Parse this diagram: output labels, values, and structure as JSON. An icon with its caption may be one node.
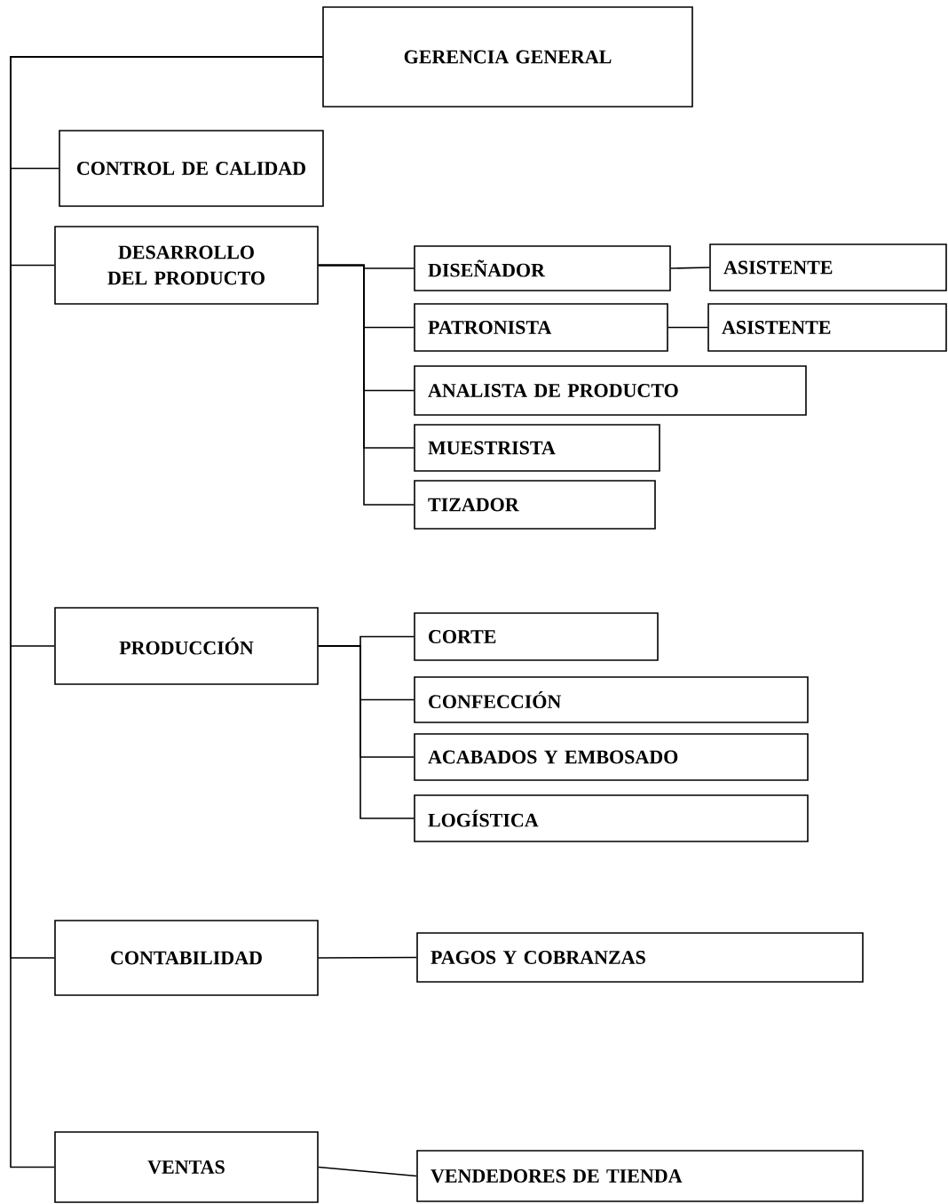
{
  "diagram": {
    "nodes": [
      {
        "text": [
          "GERENCIA GENERAL"
        ]
      },
      {
        "text": [
          "CONTROL DE CALIDAD"
        ]
      },
      {
        "text": [
          "DESARROLLO DEL PRODUCTO"
        ]
      },
      {
        "text": [
          "DISEÑADOR"
        ]
      },
      {
        "text": [
          "ASISTENTE"
        ]
      },
      {
        "text": [
          "PATRONISTA"
        ]
      },
      {
        "text": [
          "ASISTENTE"
        ]
      },
      {
        "text": [
          "ANALISTA DE PRODUCTO"
        ]
      },
      {
        "text": [
          "MUESTRISTA"
        ]
      },
      {
        "text": [
          "TIZADOR"
        ]
      },
      {
        "text": [
          "PRODUCCIÓN"
        ]
      },
      {
        "text": [
          "CORTE"
        ]
      },
      {
        "text": [
          "CONFECCIÓN"
        ]
      },
      {
        "text": [
          "ACABADOS Y EMBOSADO"
        ]
      },
      {
        "text": [
          "LOGÍSTICA"
        ]
      },
      {
        "text": [
          "CONTABILIDAD"
        ]
      },
      {
        "text": [
          "PAGOS Y COBRANZAS"
        ]
      },
      {
        "text": [
          "VENTAS"
        ]
      },
      {
        "text": [
          "VENDEDORES DE TIENDA"
        ]
      }
    ],
    "edges": [
      {
        "from": 0,
        "to": 1,
        "arrow": "none"
      },
      {
        "from": 0,
        "to": 2,
        "arrow": "none"
      },
      {
        "from": 0,
        "to": 10,
        "arrow": "none"
      },
      {
        "from": 0,
        "to": 15,
        "arrow": "none"
      },
      {
        "from": 0,
        "to": 17,
        "arrow": "none"
      },
      {
        "from": 2,
        "to": 3,
        "arrow": "none"
      },
      {
        "from": 2,
        "to": 5,
        "arrow": "none"
      },
      {
        "from": 2,
        "to": 7,
        "arrow": "none"
      },
      {
        "from": 2,
        "to": 8,
        "arrow": "none"
      },
      {
        "from": 2,
        "to": 9,
        "arrow": "none"
      },
      {
        "from": 3,
        "to": 4,
        "arrow": "none"
      },
      {
        "from": 5,
        "to": 6,
        "arrow": "none"
      },
      {
        "from": 10,
        "to": 11,
        "arrow": "none"
      },
      {
        "from": 10,
        "to": 12,
        "arrow": "none"
      },
      {
        "from": 10,
        "to": 13,
        "arrow": "none"
      },
      {
        "from": 10,
        "to": 14,
        "arrow": "none"
      },
      {
        "from": 15,
        "to": 16,
        "arrow": "none"
      },
      {
        "from": 17,
        "to": 18,
        "arrow": "none"
      }
    ]
  }
}
